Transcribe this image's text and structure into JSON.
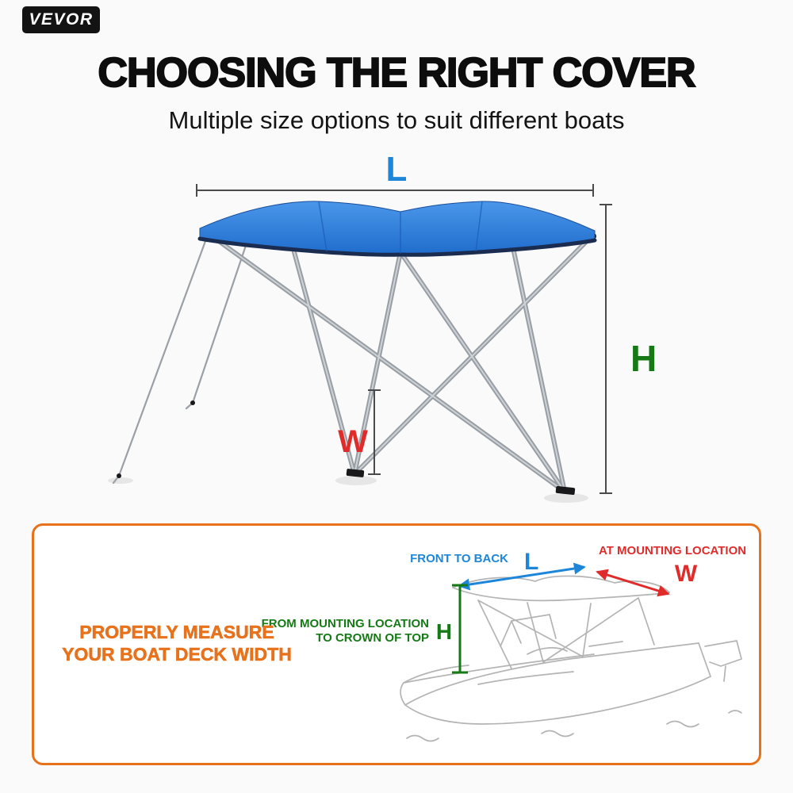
{
  "brand": {
    "logo_text": "VEVOR"
  },
  "header": {
    "title": "CHOOSING THE RIGHT COVER",
    "subtitle": "Multiple size options to suit different boats"
  },
  "diagram": {
    "length_label": "L",
    "height_label": "H",
    "width_label": "W"
  },
  "panel": {
    "headline_line1": "PROPERLY MEASURE",
    "headline_line2": "YOUR BOAT DECK WIDTH",
    "front_to_back_label": "FRONT TO BACK",
    "length_label": "L",
    "at_mounting_label": "AT MOUNTING LOCATION",
    "width_label": "W",
    "from_mounting_line1": "FROM MOUNTING LOCATION",
    "from_mounting_line2": "TO CROWN OF TOP",
    "height_label": "H"
  },
  "colors": {
    "length_blue": "#1d86d8",
    "height_green": "#157a15",
    "width_red": "#e02b2b",
    "accent_orange": "#e8721c",
    "canopy_blue": "#2b7ce0"
  }
}
